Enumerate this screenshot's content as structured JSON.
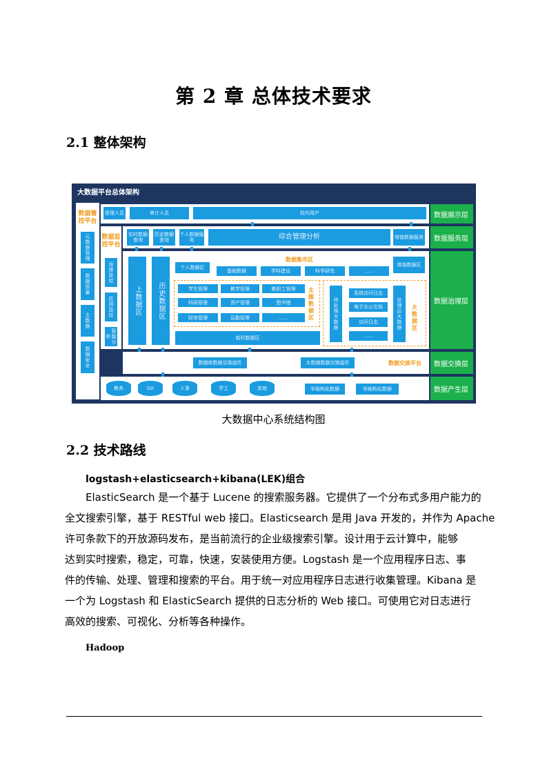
{
  "chapter_title": "第 2 章  总体技术要求",
  "section_1": "2.1  整体架构",
  "section_2": "2.2  技术路线",
  "figure_caption": "大数据中心系统结构图",
  "diagram": {
    "title": "大数据平台总体架构",
    "mgmt_platform": "数据管控平台",
    "mgmt_items": [
      "元数据管理",
      "数据质量",
      "主数据",
      "数据安全"
    ],
    "monitor_platform": "数据监控平台",
    "monitor_items": [
      "运维监控",
      "应用监控",
      "智能分析"
    ],
    "layers": [
      "数据展示层",
      "数据服务层",
      "数据治理层",
      "数据交换层",
      "数据产生层"
    ],
    "display": [
      "管理人员",
      "审计人员",
      "校内用户"
    ],
    "services": [
      "实时数据查询",
      "历史数据查询",
      "个人数据服务",
      "综合管理分析",
      "增值数据服务"
    ],
    "upload_area": "上数据区",
    "history_area": "历史数据区",
    "mart_title": "数据集市区",
    "mart_items": [
      "个人数据区",
      "基础数据",
      "学科建设",
      "科学研究",
      "……"
    ],
    "value_added": "增值数据区",
    "topic_title": "主题数据区",
    "topic_items": [
      "学生管理",
      "教学管理",
      "教职工管理",
      "科研管理",
      "资产管理",
      "图书馆",
      "财务管理",
      "后勤管理",
      "……"
    ],
    "temp_area": "临时数据区",
    "unprocessed": "待处理大数据",
    "log_items": [
      "系统访问日志",
      "电子办公文档",
      "访问日志",
      "……"
    ],
    "processed": "处理后大数据",
    "bigdata_title": "大数据区",
    "exchange": [
      "数据库数据交换组件",
      "大数据数据交换组件"
    ],
    "exchange_platform": "数据交换平台",
    "sources": [
      "教务",
      "OA",
      "人事",
      "学工",
      "其他"
    ],
    "structured": [
      "半结构化数据",
      "非结构化数据"
    ]
  },
  "subhead_1": "logstash+elasticsearch+kibana(LEK)组合",
  "paragraph_lines": [
    "ElasticSearch 是一个基于 Lucene 的搜索服务器。它提供了一个分布式多用户能力的",
    "全文搜索引擎，基于 RESTful web 接口。Elasticsearch 是用 Java 开发的，并作为 Apache",
    "许可条款下的开放源码发布，是当前流行的企业级搜索引擎。设计用于云计算中，能够",
    "达到实时搜索，稳定，可靠，快速，安装使用方便。Logstash  是一个应用程序日志、事",
    "件的传输、处理、管理和搜索的平台。用于统一对应用程序日志进行收集管理。Kibana  是",
    "一个为  Logstash  和  ElasticSearch  提供的日志分析的  Web  接口。可使用它对日志进行",
    "高效的搜索、可视化、分析等各种操作。"
  ],
  "subhead_2": "Hadoop"
}
